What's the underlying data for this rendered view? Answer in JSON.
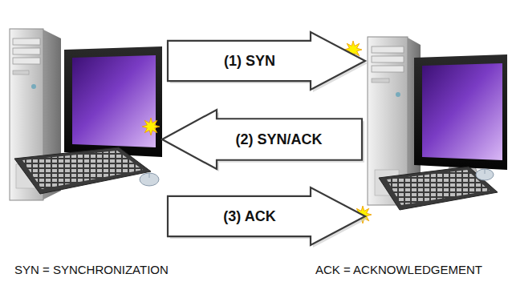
{
  "diagram": {
    "nodes": [
      {
        "text": [
          "(1) SYN"
        ]
      },
      {
        "text": [
          "(2) SYN/ACK"
        ]
      },
      {
        "text": [
          "(3) ACK"
        ]
      }
    ],
    "labels": [
      "SYN = SYNCHRONIZATION",
      "ACK = ACKNOWLEDGEMENT"
    ]
  }
}
